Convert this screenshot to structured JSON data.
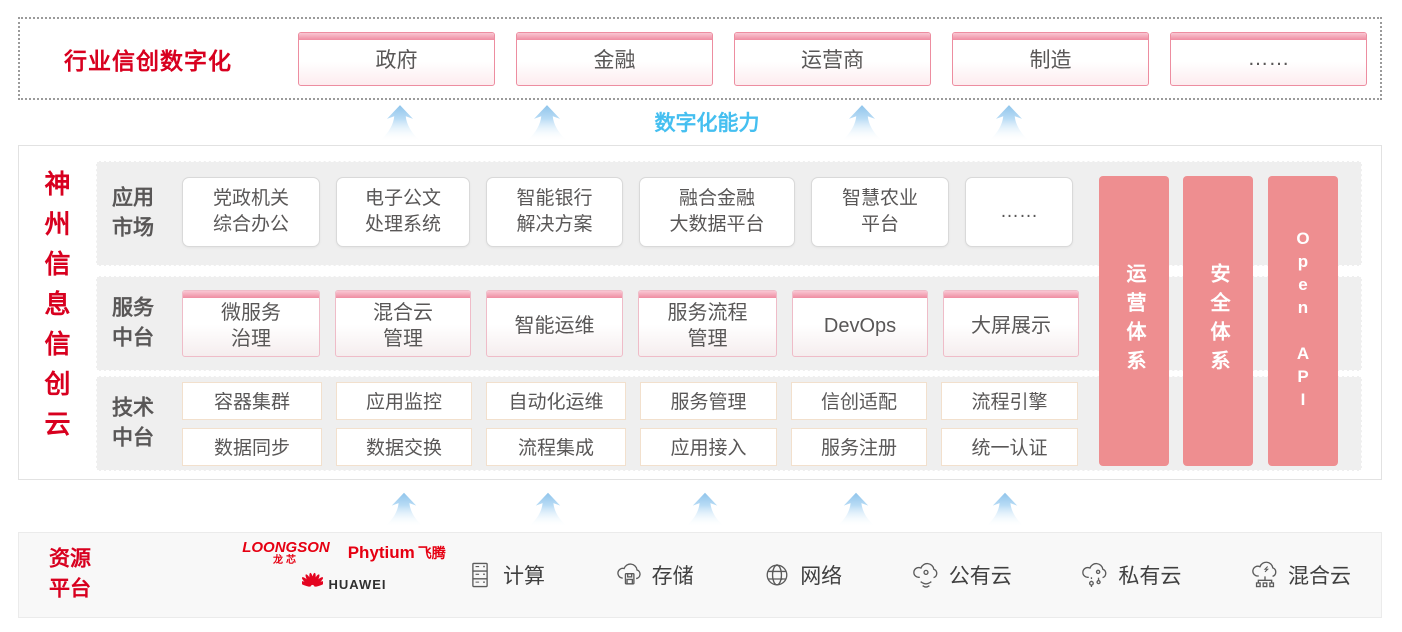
{
  "palette": {
    "accent_red": "#d8001f",
    "capability_blue": "#45bff0",
    "pillar_pink": "#ee8e90",
    "box_text_gray": "#595757"
  },
  "industry_band": {
    "title": "行业信创数字化",
    "items": [
      "政府",
      "金融",
      "运营商",
      "制造",
      "……"
    ]
  },
  "capability": {
    "label": "数字化能力"
  },
  "platform": {
    "side_title": "神州信息信创云",
    "app_row": {
      "label": "应用\n市场",
      "items": [
        "党政机关\n综合办公",
        "电子公文\n处理系统",
        "智能银行\n解决方案",
        "融合金融\n大数据平台",
        "智慧农业\n平台",
        "……"
      ]
    },
    "service_row": {
      "label": "服务\n中台",
      "items": [
        "微服务\n治理",
        "混合云\n管理",
        "智能运维",
        "服务流程\n管理",
        "DevOps",
        "大屏展示"
      ]
    },
    "tech_row": {
      "label": "技术\n中台",
      "rows": [
        [
          "容器集群",
          "应用监控",
          "自动化运维",
          "服务管理",
          "信创适配",
          "流程引擎"
        ],
        [
          "数据同步",
          "数据交换",
          "流程集成",
          "应用接入",
          "服务注册",
          "统一认证"
        ]
      ]
    },
    "pillars": [
      "运营体系",
      "安全体系",
      "Open API"
    ]
  },
  "resource": {
    "label": "资源\n平台",
    "vendors": {
      "loongson_en": "LOONGSON",
      "loongson_cn": "龙芯",
      "phytium_en": "Phytium",
      "phytium_cn": "飞腾",
      "huawei_en": "HUAWEI"
    },
    "items": [
      {
        "icon": "compute-server-icon",
        "label": "计算"
      },
      {
        "icon": "storage-cloud-icon",
        "label": "存储"
      },
      {
        "icon": "network-globe-icon",
        "label": "网络"
      },
      {
        "icon": "public-cloud-icon",
        "label": "公有云"
      },
      {
        "icon": "private-cloud-icon",
        "label": "私有云"
      },
      {
        "icon": "hybrid-cloud-icon",
        "label": "混合云"
      }
    ]
  }
}
